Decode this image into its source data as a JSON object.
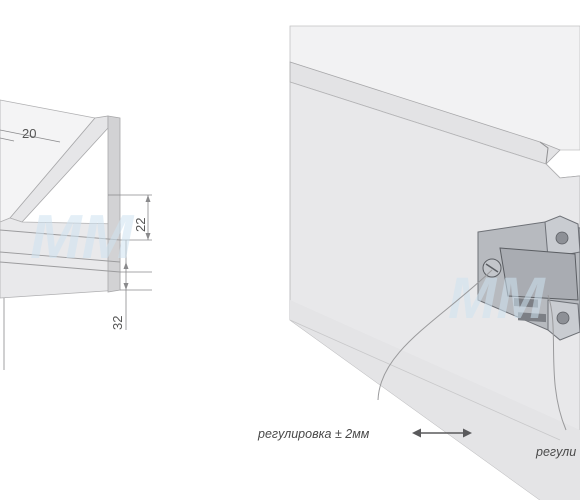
{
  "dimensions": {
    "depth": "20",
    "height_top": "22",
    "height_bottom": "32"
  },
  "captions": {
    "adjust_left_prefix": "регулировка ",
    "adjust_left_value": "± 2мм",
    "adjust_right_partial": "регули"
  },
  "watermark": {
    "logo_text": "MM"
  },
  "colors": {
    "panel_face": "#e9e9ea",
    "panel_side": "#d3d3d5",
    "panel_top": "#f3f3f4",
    "line": "#9a9a9c",
    "hinge_metal": "#b6b9bf",
    "watermark": "#cfe3f1"
  }
}
